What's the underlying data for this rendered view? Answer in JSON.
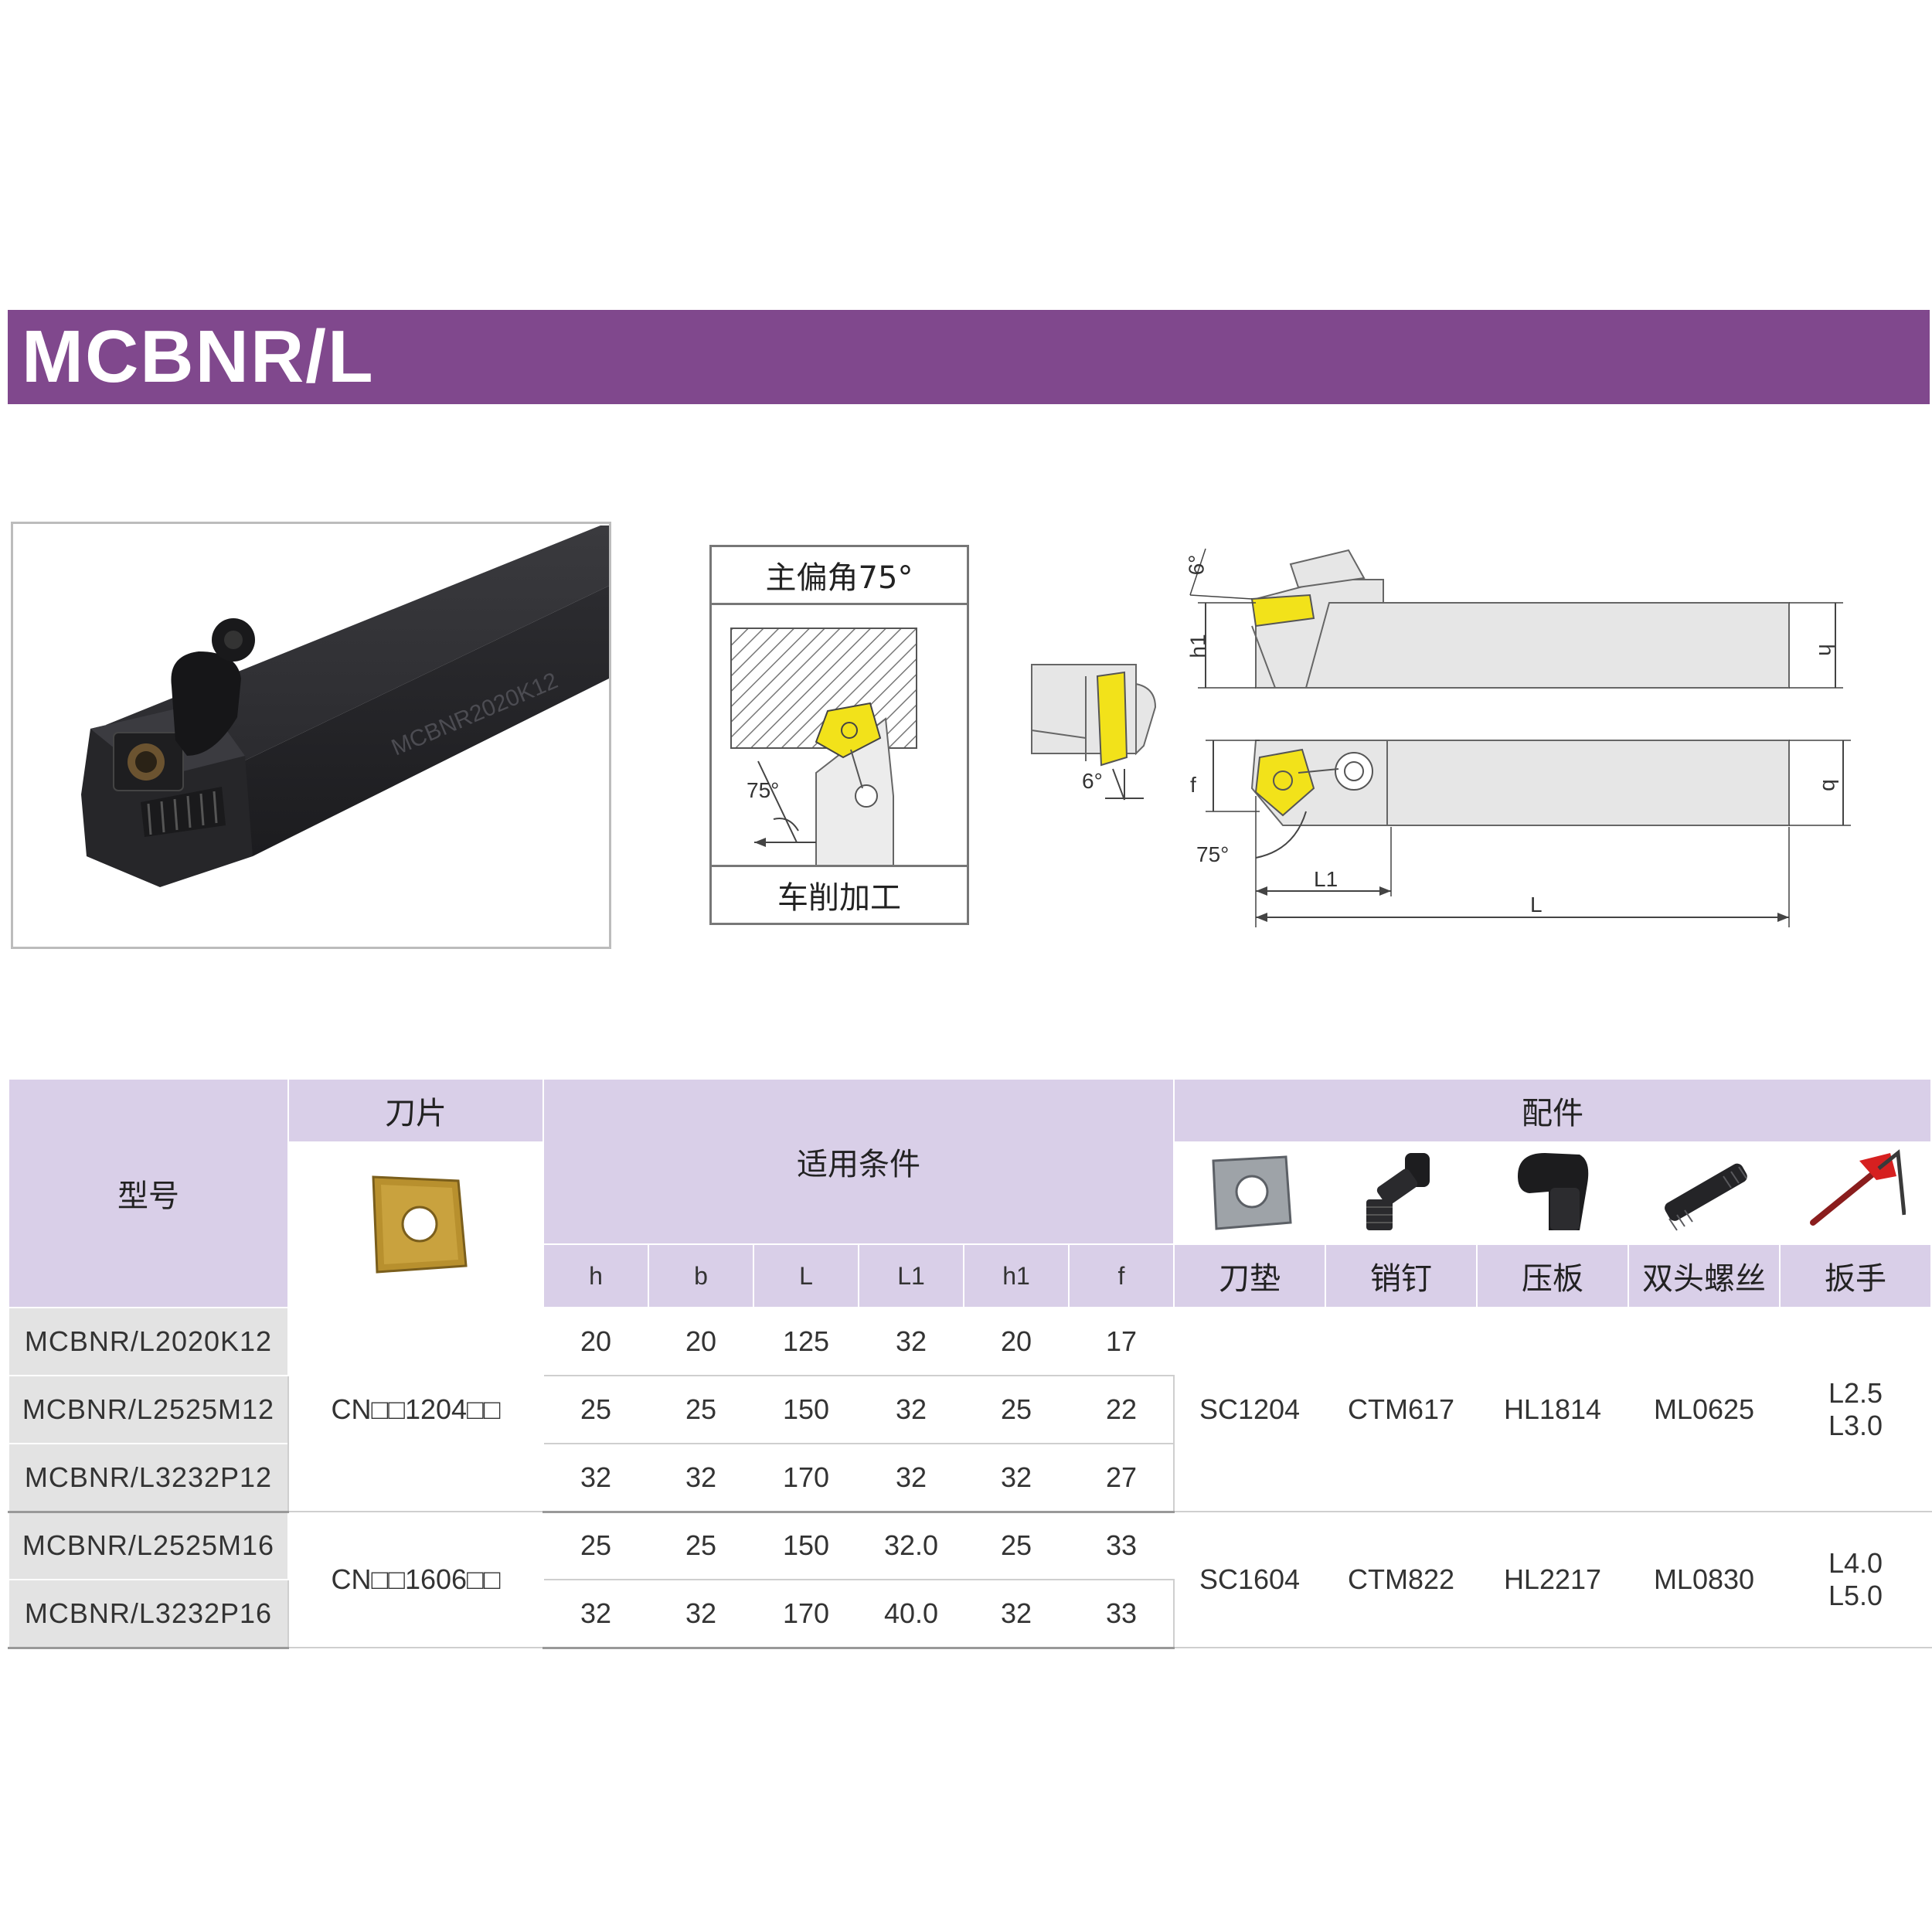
{
  "header": {
    "title": "MCBNR/L"
  },
  "drawings": {
    "angle_caption_top": "主偏角75°",
    "angle_caption_bottom": "车削加工",
    "angle_75_small": "75°",
    "angle_6_front": "6°",
    "angle_6_side": "6°",
    "angle_75_top": "75°",
    "dim_h1": "h1",
    "dim_h": "h",
    "dim_f": "f",
    "dim_b": "b",
    "dim_L1": "L1",
    "dim_L": "L"
  },
  "colors": {
    "banner": "#80488d",
    "header_bg": "#d9cfe8",
    "model_bg": "#e3e3e3",
    "insert_yellow": "#f2e21a"
  },
  "table": {
    "model_header": "型号",
    "insert_header": "刀片",
    "conditions_header": "适用条件",
    "parts_header": "配件",
    "condition_columns": [
      "h",
      "b",
      "L",
      "L1",
      "h1",
      "f"
    ],
    "part_columns": [
      "刀垫",
      "销钉",
      "压板",
      "双头螺丝",
      "扳手"
    ],
    "part_icons": [
      "shim-icon",
      "pin-icon",
      "clamp-icon",
      "double-screw-icon",
      "wrench-icon"
    ],
    "groups": [
      {
        "insert": "CN□□1204□□",
        "shim": "SC1204",
        "pin": "CTM617",
        "clamp": "HL1814",
        "screw": "ML0625",
        "wrench": [
          "L2.5",
          "L3.0"
        ],
        "rows": [
          {
            "model": "MCBNR/L2020K12",
            "h": "20",
            "b": "20",
            "L": "125",
            "L1": "32",
            "h1": "20",
            "f": "17"
          },
          {
            "model": "MCBNR/L2525M12",
            "h": "25",
            "b": "25",
            "L": "150",
            "L1": "32",
            "h1": "25",
            "f": "22"
          },
          {
            "model": "MCBNR/L3232P12",
            "h": "32",
            "b": "32",
            "L": "170",
            "L1": "32",
            "h1": "32",
            "f": "27"
          }
        ]
      },
      {
        "insert": "CN□□1606□□",
        "shim": "SC1604",
        "pin": "CTM822",
        "clamp": "HL2217",
        "screw": "ML0830",
        "wrench": [
          "L4.0",
          "L5.0"
        ],
        "rows": [
          {
            "model": "MCBNR/L2525M16",
            "h": "25",
            "b": "25",
            "L": "150",
            "L1": "32.0",
            "h1": "25",
            "f": "33"
          },
          {
            "model": "MCBNR/L3232P16",
            "h": "32",
            "b": "32",
            "L": "170",
            "L1": "40.0",
            "h1": "32",
            "f": "33"
          }
        ]
      }
    ]
  }
}
